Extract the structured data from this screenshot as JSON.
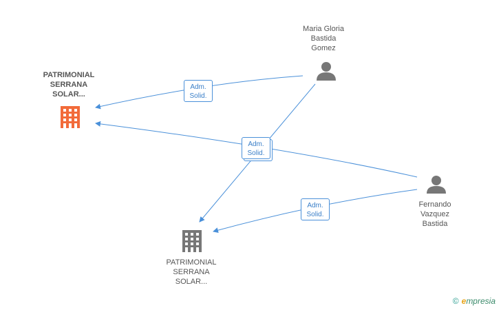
{
  "colors": {
    "edge": "#4a90d9",
    "main_company": "#f26b3a",
    "company": "#777777",
    "person": "#777777"
  },
  "nodes": {
    "company_main": {
      "label": "PATRIMONIAL\nSERRANA\nSOLAR...",
      "icon": "building-icon"
    },
    "company_secondary": {
      "label": "PATRIMONIAL\nSERRANA\nSOLAR...",
      "icon": "building-icon"
    },
    "person_maria": {
      "label": "Maria Gloria\nBastida\nGomez",
      "icon": "person-icon"
    },
    "person_fernando": {
      "label": "Fernando\nVazquez\nBastida",
      "icon": "person-icon"
    }
  },
  "edges": [
    {
      "label": "Adm.\nSolid."
    },
    {
      "label": "Adm.\nSolid."
    },
    {
      "label": "Adm.\nSolid."
    }
  ],
  "footer": {
    "copyright": "©",
    "brand_e": "e",
    "brand_rest": "mpresia"
  }
}
